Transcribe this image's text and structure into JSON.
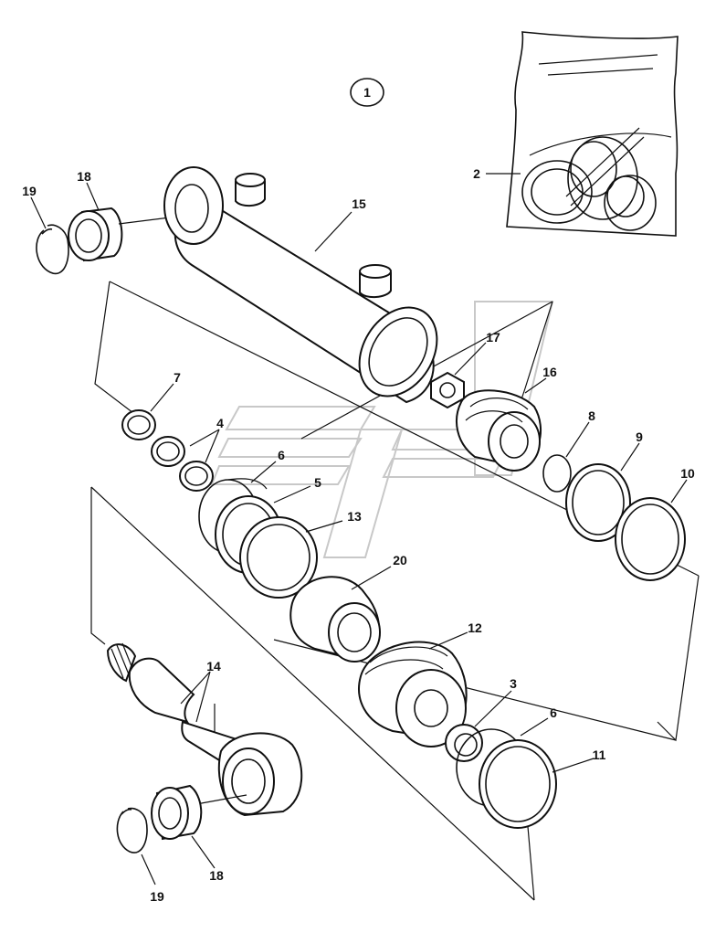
{
  "diagram": {
    "group_number": "1",
    "callouts": {
      "c1": "19",
      "c2": "18",
      "c3": "15",
      "c4": "2",
      "c5": "17",
      "c6": "16",
      "c7": "7",
      "c8": "4",
      "c9": "6",
      "c10": "5",
      "c11": "13",
      "c12": "8",
      "c13": "9",
      "c14": "10",
      "c15": "20",
      "c16": "12",
      "c17": "14",
      "c18": "3",
      "c19": "6",
      "c20": "11",
      "c21": "18",
      "c22": "19"
    }
  }
}
